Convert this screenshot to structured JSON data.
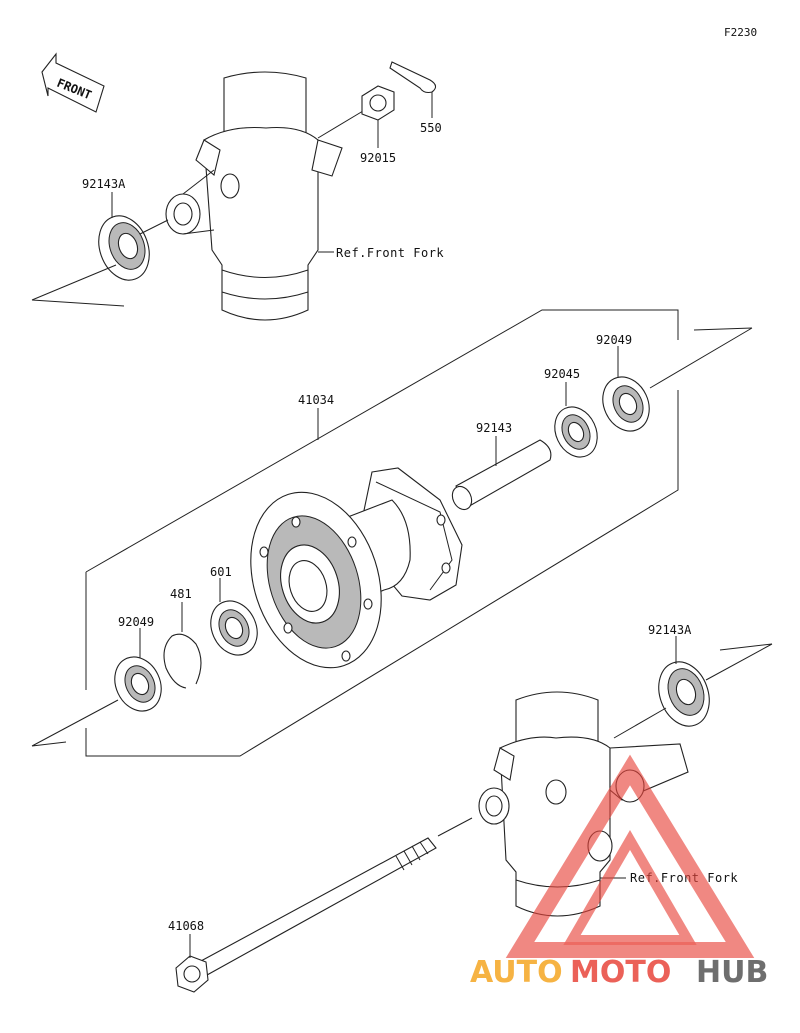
{
  "diagram_code": "F2230",
  "front_label": "FRONT",
  "references": {
    "fork_top": "Ref.Front Fork",
    "fork_bottom": "Ref.Front Fork"
  },
  "parts": {
    "p550": "550",
    "p92015": "92015",
    "p92143A_top": "92143A",
    "p41034": "41034",
    "p92143": "92143",
    "p92045": "92045",
    "p92049_right": "92049",
    "p601": "601",
    "p481": "481",
    "p92049_left": "92049",
    "p92143A_bottom": "92143A",
    "p41068": "41068"
  },
  "watermark": {
    "word_auto": "AUTO",
    "word_moto": "MOTO",
    "word_hub": "HUB",
    "color_auto": "#f5a623",
    "color_moto": "#e8463c",
    "color_hub": "#555555"
  }
}
